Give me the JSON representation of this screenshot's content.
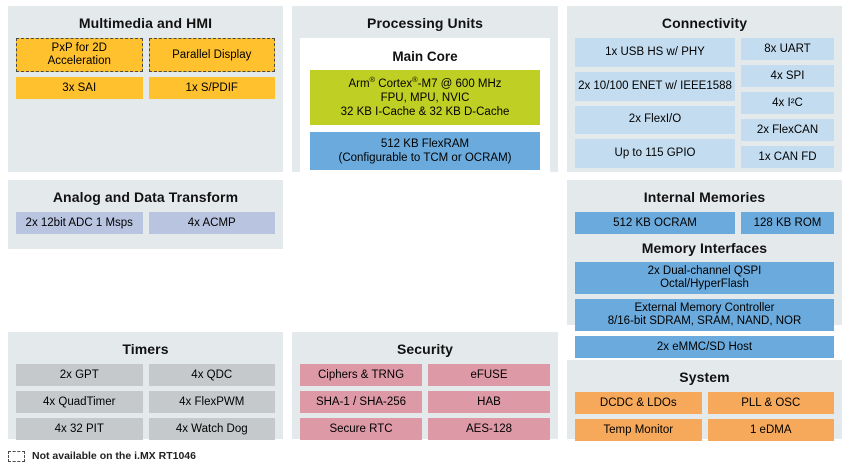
{
  "legend": {
    "swatch_icon": "dashed-box-icon",
    "text": "Not available on the i.MX RT1046"
  },
  "panels": {
    "multimedia": {
      "title": "Multimedia and HMI",
      "blocks": [
        {
          "label": "PxP for 2D Acceleration",
          "style": "amber",
          "dashed": true
        },
        {
          "label": "Parallel Display",
          "style": "amber",
          "dashed": true
        },
        {
          "label": "3x SAI",
          "style": "amber",
          "dashed": false
        },
        {
          "label": "1x S/PDIF",
          "style": "amber",
          "dashed": false
        }
      ]
    },
    "processing": {
      "title": "Processing Units",
      "subtitle": "Main Core",
      "cpu": {
        "style": "green",
        "line1": "Arm® Cortex®-M7 @ 600 MHz",
        "line2": "FPU, MPU, NVIC",
        "line3": "32 KB I-Cache & 32 KB D-Cache"
      },
      "ram": {
        "style": "blue",
        "line1": "512 KB FlexRAM",
        "line2": "(Configurable to TCM or OCRAM)"
      }
    },
    "connectivity": {
      "title": "Connectivity",
      "left_blocks": [
        "1x USB HS w/ PHY",
        "2x 10/100 ENET w/ IEEE1588",
        "2x FlexI/O",
        "Up to 115 GPIO"
      ],
      "right_blocks": [
        "8x UART",
        "4x SPI",
        "4x I²C",
        "2x FlexCAN",
        "1x CAN FD"
      ],
      "style": "ltblue"
    },
    "analog": {
      "title": "Analog and Data Transform",
      "blocks": [
        {
          "label": "2x 12bit ADC 1 Msps",
          "style": "lavender"
        },
        {
          "label": "4x ACMP",
          "style": "lavender"
        }
      ]
    },
    "memories": {
      "title": "Internal Memories",
      "internal": [
        {
          "label": "512 KB OCRAM",
          "style": "blue"
        },
        {
          "label": "128 KB ROM",
          "style": "blue"
        }
      ],
      "interfaces_title": "Memory Interfaces",
      "interfaces": [
        {
          "line1": "2x Dual-channel QSPI",
          "line2": "Octal/HyperFlash",
          "style": "blue"
        },
        {
          "line1": "External Memory Controller",
          "line2": "8/16-bit SDRAM, SRAM, NAND, NOR",
          "style": "blue"
        },
        {
          "line1": "2x eMMC/SD Host",
          "line2": "",
          "style": "blue"
        }
      ]
    },
    "timers": {
      "title": "Timers",
      "rows": [
        [
          "2x GPT",
          "4x QDC"
        ],
        [
          "4x QuadTimer",
          "4x FlexPWM"
        ],
        [
          "4x 32 PIT",
          "4x Watch Dog"
        ]
      ],
      "style": "gray"
    },
    "security": {
      "title": "Security",
      "rows": [
        [
          "Ciphers & TRNG",
          "eFUSE"
        ],
        [
          "SHA-1 / SHA-256",
          "HAB"
        ],
        [
          "Secure RTC",
          "AES-128"
        ]
      ],
      "style": "pink"
    },
    "system": {
      "title": "System",
      "rows": [
        [
          "DCDC & LDOs",
          "PLL & OSC"
        ],
        [
          "Temp Monitor",
          "1 eDMA"
        ]
      ],
      "style": "orange"
    }
  },
  "colors": {
    "panel_bg": "#E4E9EC",
    "amber": "#FFC12E",
    "light_blue": "#C3DCEF",
    "blue": "#6BAADC",
    "green": "#C0CF24",
    "lavender": "#B8C4E0",
    "gray": "#C5C9CC",
    "pink": "#DD9AA6",
    "orange": "#F6A95B"
  }
}
